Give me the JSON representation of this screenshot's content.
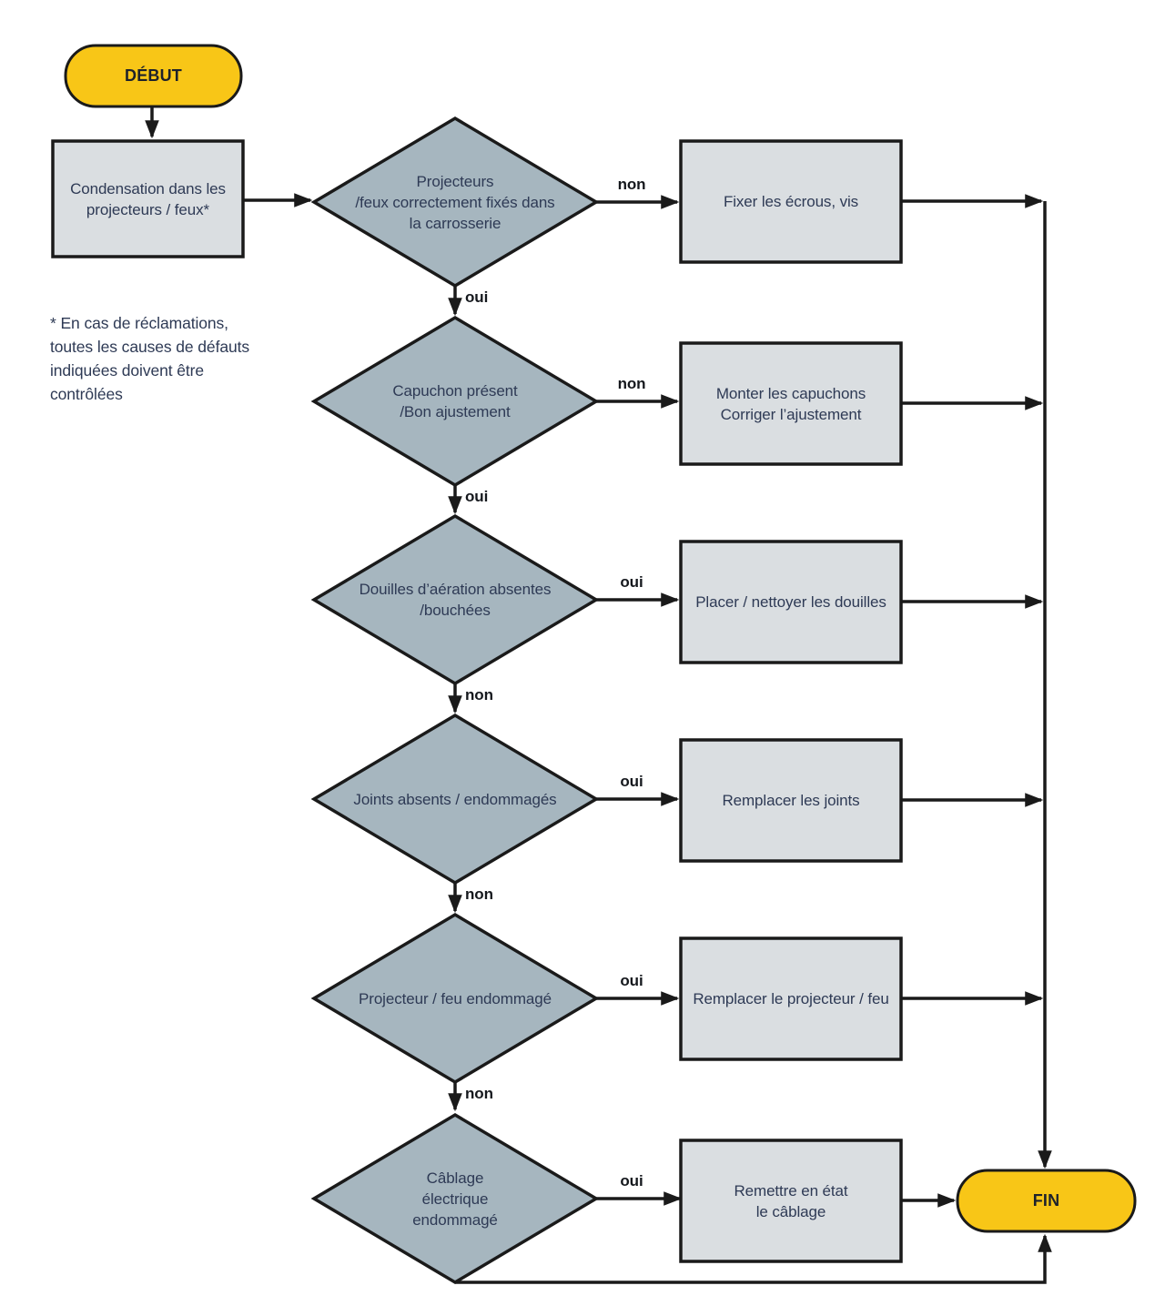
{
  "theme": {
    "yellow": "#f8c617",
    "diamond": "#a6b6bf",
    "box": "#dadee1",
    "line": "#1a1a1a",
    "ink": "#2e3a55",
    "label": "#15181d",
    "bg": "#ffffff"
  },
  "start_label": "DÉBUT",
  "end_label": "FIN",
  "source_label": "Condensation dans les\nprojecteurs / feux*",
  "footnote": "* En cas de réclamations,\ntoutes les causes de défauts\nindiquées doivent être\ncontrôlées",
  "decisions": [
    {
      "label": "Projecteurs\n/feux correctement fixés dans\nla carrosserie",
      "branch": "non",
      "next": "oui"
    },
    {
      "label": "Capuchon présent\n/Bon ajustement",
      "branch": "non",
      "next": "oui"
    },
    {
      "label": "Douilles d’aération absentes\n/bouchées",
      "branch": "oui",
      "next": "non"
    },
    {
      "label": "Joints absents / endommagés",
      "branch": "oui",
      "next": "non"
    },
    {
      "label": "Projecteur / feu endommagé",
      "branch": "oui",
      "next": "non"
    },
    {
      "label": "Câblage\nélectrique\nendommagé",
      "branch": "oui"
    }
  ],
  "actions": [
    {
      "label": "Fixer les écrous, vis"
    },
    {
      "label": "Monter les capuchons\nCorriger l’ajustement"
    },
    {
      "label": "Placer / nettoyer les douilles"
    },
    {
      "label": "Remplacer les joints"
    },
    {
      "label": "Remplacer le projecteur / feu"
    },
    {
      "label": "Remettre en état\nle câblage"
    }
  ]
}
